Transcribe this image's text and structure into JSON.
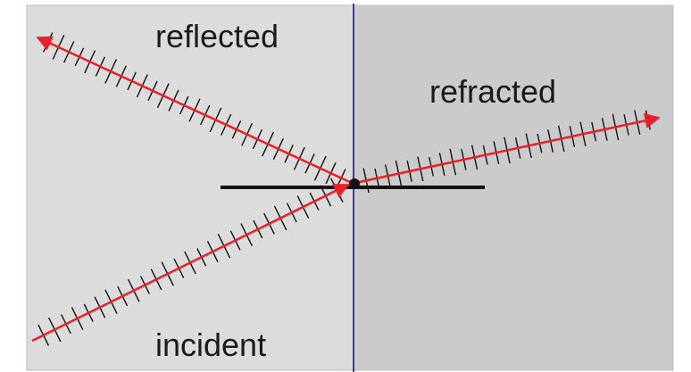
{
  "labels": {
    "reflected": "reflected",
    "refracted": "refracted",
    "incident": "incident"
  },
  "colors": {
    "medium_left": "#dcdcdc",
    "medium_right": "#cbcbcb",
    "interface": "#3a3aa8",
    "ray": "#e8202a",
    "normal": "#111111",
    "wavefront": "#111111"
  },
  "rays": [
    {
      "name": "incident-ray",
      "label_key": "incident"
    },
    {
      "name": "reflected-ray",
      "label_key": "reflected"
    },
    {
      "name": "refracted-ray",
      "label_key": "refracted"
    }
  ]
}
